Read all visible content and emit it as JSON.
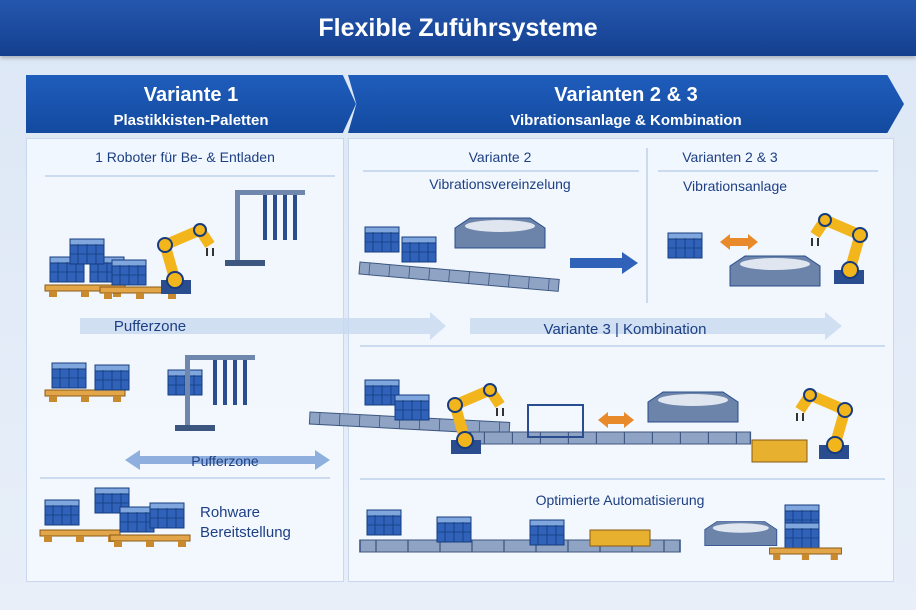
{
  "title": "Flexible Zuführsysteme",
  "left": {
    "heading": "Variante 1",
    "subheading": "Plastikkisten-Paletten",
    "section_label": "1 Roboter für Be- & Entladen",
    "buffer_top": "Pufferzone",
    "buffer_bottom": "Pufferzone",
    "supply_line1": "Rohware",
    "supply_line2": "Bereitstellung"
  },
  "right": {
    "heading": "Varianten 2 & 3",
    "subheading": "Vibrationsanlage & Kombination",
    "v2_label": "Variante 2",
    "v2_sub": "Vibrationsvereinzelung",
    "v23_label": "Varianten 2 & 3",
    "v23_sub": "Vibrationsanlage",
    "v3_label": "Variante 3 | Kombination",
    "bottom_label": "Optimierte Automatisierung"
  },
  "colors": {
    "title_bg": "#143f8f",
    "banner": "#1a55b0",
    "robot": "#f2b51c",
    "crate": "#2f62b8",
    "pallet": "#d99a3a"
  }
}
